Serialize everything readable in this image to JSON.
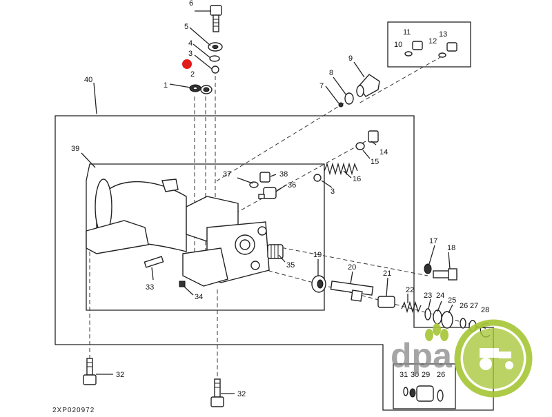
{
  "drawing_code": "2XP020972",
  "watermark": "dpa",
  "colors": {
    "marker": "#e21b1b",
    "logo_green": "#a6c635",
    "logo_gray": "#8a8a8a"
  },
  "parts": {
    "p1": "1",
    "p2": "2",
    "p3": "3",
    "p3b": "3",
    "p4": "4",
    "p5": "5",
    "p6": "6",
    "p7": "7",
    "p8": "8",
    "p9": "9",
    "p10": "10",
    "p11": "11",
    "p12": "12",
    "p13": "13",
    "p14": "14",
    "p15": "15",
    "p16": "16",
    "p17": "17",
    "p18": "18",
    "p19": "19",
    "p20": "20",
    "p21": "21",
    "p22": "22",
    "p23": "23",
    "p24": "24",
    "p25": "25",
    "p26": "26",
    "p26b": "26",
    "p27": "27",
    "p28": "28",
    "p29": "29",
    "p30": "30",
    "p31": "31",
    "p32": "32",
    "p32b": "32",
    "p33": "33",
    "p34": "34",
    "p35": "35",
    "p36": "36",
    "p37": "37",
    "p38": "38",
    "p39": "39",
    "p40": "40"
  }
}
